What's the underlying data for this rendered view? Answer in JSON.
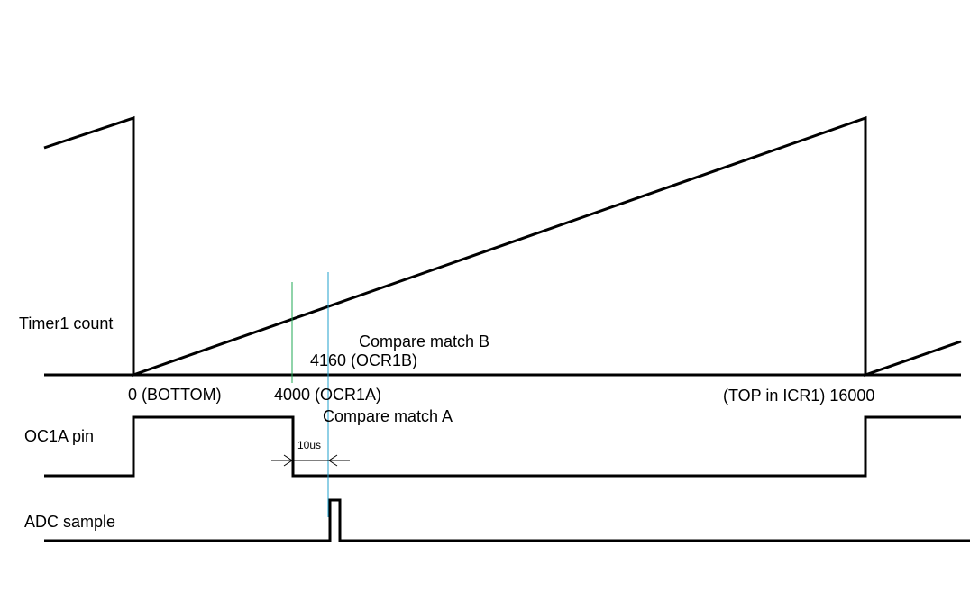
{
  "signals": {
    "timer": "Timer1 count",
    "oc1a": "OC1A pin",
    "adc": "ADC sample"
  },
  "annotations": {
    "compare_b": "Compare match B",
    "ocr1b": "4160 (OCR1B)",
    "bottom": "0 (BOTTOM)",
    "ocr1a": "4000 (OCR1A)",
    "top": "(TOP in ICR1) 16000",
    "compare_a": "Compare match A",
    "delay": "10us"
  },
  "colors": {
    "trace": "#000000",
    "compare_a_marker": "#22aa55",
    "compare_b_marker": "#22a0cc"
  }
}
